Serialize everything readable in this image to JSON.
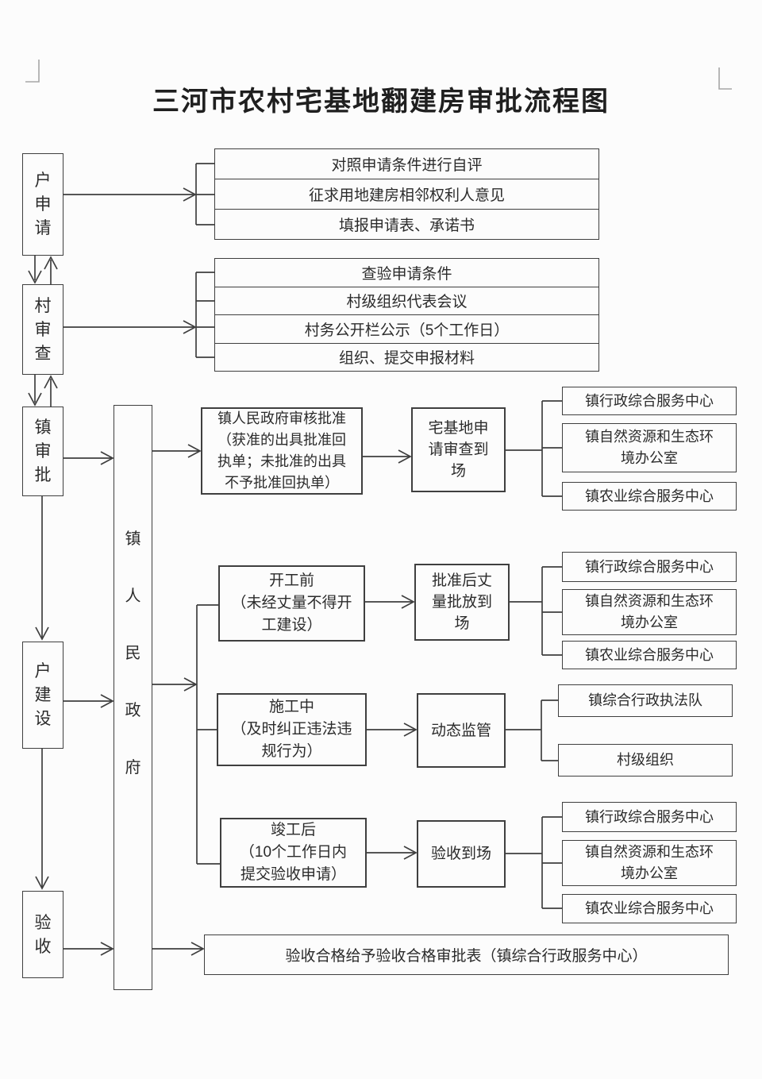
{
  "title": "三河市农村宅基地翻建房审批流程图",
  "colors": {
    "line": "#3f3f3f",
    "text": "#2b2b2b",
    "background": "#fcfcfc"
  },
  "government": {
    "label": "镇人民政府"
  },
  "stages": {
    "household_apply": {
      "label": "户申请",
      "steps": [
        "对照申请条件进行自评",
        "征求用地建房相邻权利人意见",
        "填报申请表、承诺书"
      ]
    },
    "village_review": {
      "label": "村审查",
      "steps": [
        "查验申请条件",
        "村级组织代表会议",
        "村务公开栏公示（5个工作日）",
        "组织、提交申报材料"
      ]
    },
    "town_approval": {
      "label": "镇审批",
      "decision": {
        "line1": "镇人民政府审核批准",
        "detail": "（获准的出具批准回执单；未批准的出具不予批准回执单）"
      },
      "onsite": "宅基地申请审查到场",
      "departments": [
        "镇行政综合服务中心",
        "镇自然资源和生态环境办公室",
        "镇农业综合服务中心"
      ]
    },
    "household_build": {
      "label": "户建设",
      "phases": [
        {
          "name": "开工前",
          "note": "（未经丈量不得开工建设）",
          "action": "批准后丈量批放到场",
          "departments": [
            "镇行政综合服务中心",
            "镇自然资源和生态环境办公室",
            "镇农业综合服务中心"
          ]
        },
        {
          "name": "施工中",
          "note": "（及时纠正违法违规行为）",
          "action": "动态监管",
          "departments": [
            "镇综合行政执法队",
            "村级组织"
          ]
        },
        {
          "name": "竣工后",
          "note": "（10个工作日内提交验收申请）",
          "action": "验收到场",
          "departments": [
            "镇行政综合服务中心",
            "镇自然资源和生态环境办公室",
            "镇农业综合服务中心"
          ]
        }
      ]
    },
    "acceptance": {
      "label": "验收",
      "result": "验收合格给予验收合格审批表（镇综合行政服务中心）"
    }
  }
}
